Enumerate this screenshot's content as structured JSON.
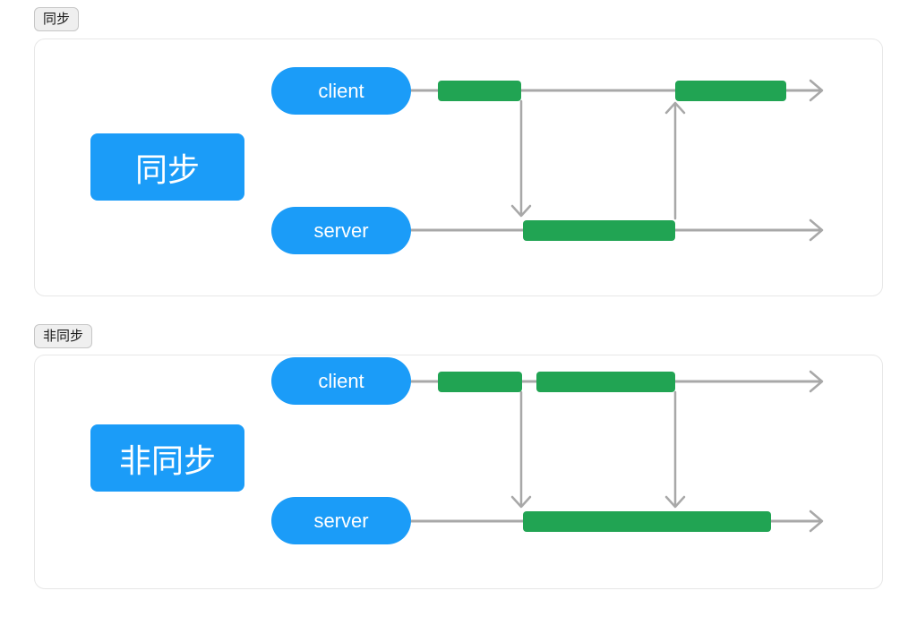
{
  "colors": {
    "pill_blue": "#1b9cf8",
    "activity_green": "#21a453",
    "line_gray": "#a8a8a8",
    "tag_bg": "#efefef",
    "panel_border": "#e7e7e7"
  },
  "sections": [
    {
      "tag": "同步",
      "label": "同步",
      "client_label": "client",
      "server_label": "server"
    },
    {
      "tag": "非同步",
      "label": "非同步",
      "client_label": "client",
      "server_label": "server"
    }
  ]
}
